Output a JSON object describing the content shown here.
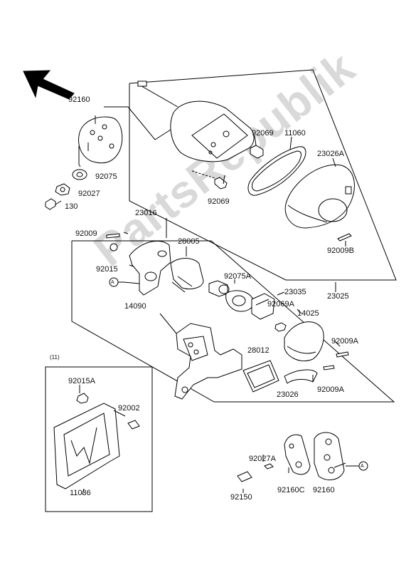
{
  "watermark": "PartsRepublik",
  "group_marker": "(11)",
  "callout_symbol": "A",
  "parts": {
    "p92160_top": "92160",
    "p92075": "92075",
    "p92027": "92027",
    "p130": "130",
    "p92069_a": "92069",
    "p11060": "11060",
    "p23026A": "23026A",
    "p92069_b": "92069",
    "p92009B": "92009B",
    "p23016": "23016",
    "p92009": "92009",
    "p28005": "28005",
    "p92015": "92015",
    "p92075A": "92075A",
    "p23035": "23035",
    "p92069A": "92069A",
    "p14025": "14025",
    "p14090": "14090",
    "p23025": "23025",
    "p92009A_a": "92009A",
    "p28012": "28012",
    "p92009A_b": "92009A",
    "p23026": "23026",
    "p92015A": "92015A",
    "p92002": "92002",
    "p92027A": "92027A",
    "p92160C": "92160C",
    "p92160_bot": "92160",
    "p11036": "11036",
    "p92150": "92150"
  }
}
